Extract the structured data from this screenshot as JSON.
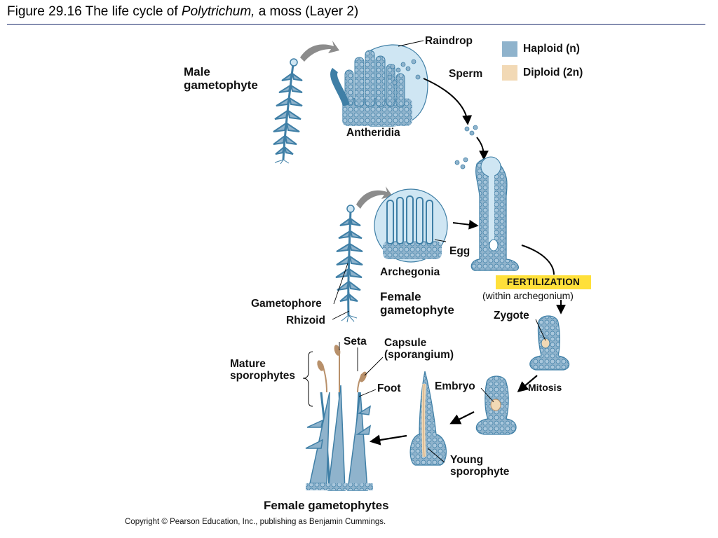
{
  "header": {
    "prefix": "Figure 29.16  The life cycle of ",
    "italic": "Polytrichum,",
    "suffix": " a moss (Layer 2)"
  },
  "legend": {
    "haploid": "Haploid (n)",
    "diploid": "Diploid (2n)",
    "haploid_color": "#8fb3cc",
    "diploid_color": "#f2d9b5"
  },
  "labels": {
    "raindrop": "Raindrop",
    "sperm": "Sperm",
    "male_gametophyte": "Male\ngametophyte",
    "antheridia": "Antheridia",
    "egg": "Egg",
    "archegonia": "Archegonia",
    "female_gametophyte": "Female\ngametophyte",
    "gametophore": "Gametophore",
    "rhizoid": "Rhizoid",
    "fertilization": "FERTILIZATION",
    "within_archegonium": "(within archegonium)",
    "zygote": "Zygote",
    "mitosis": "Mitosis",
    "embryo": "Embryo",
    "seta": "Seta",
    "capsule": "Capsule\n(sporangium)",
    "mature_sporophytes": "Mature\nsporophytes",
    "foot": "Foot",
    "young_sporophyte": "Young\nsporophyte",
    "female_gametophytes": "Female gametophytes"
  },
  "colors": {
    "haploid_fill": "#8fb3cc",
    "haploid_dark": "#3f7fa6",
    "drop_fill": "#cfe6f3",
    "diploid_fill": "#f2d9b5",
    "sporophyte_brown": "#b8906a",
    "arrow_gray": "#8c8c8c",
    "highlight": "#ffe03a"
  },
  "copyright": "Copyright © Pearson Education, Inc., publishing as Benjamin Cummings."
}
